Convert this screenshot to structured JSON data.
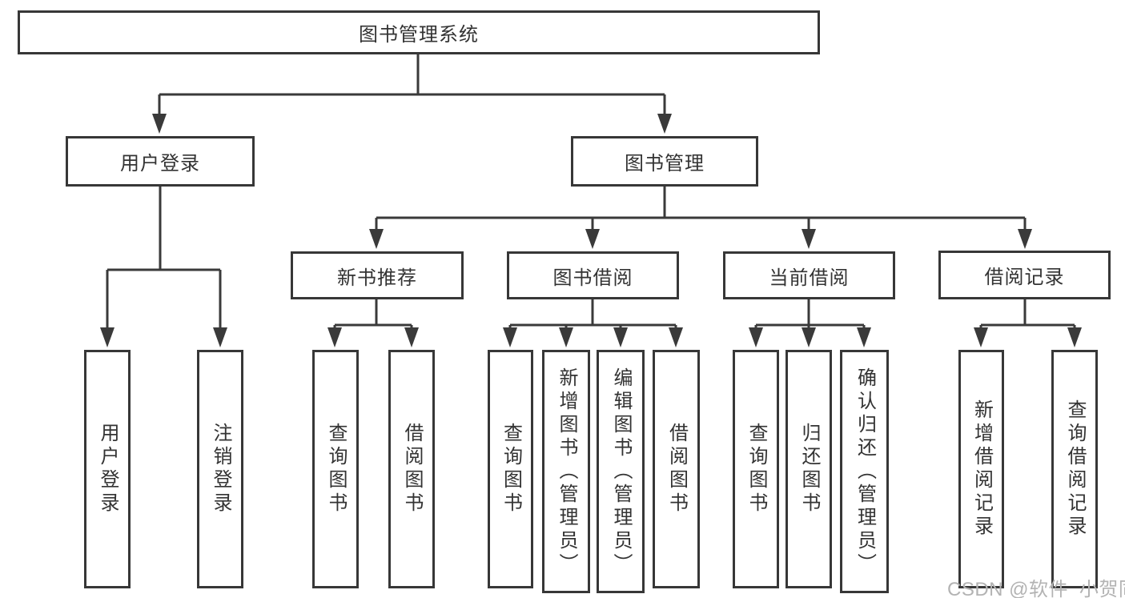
{
  "diagram_title": "图书管理系统",
  "nodes": {
    "root": "图书管理系统",
    "user_login_group": "用户登录",
    "book_mgmt_group": "图书管理",
    "new_book_rec": "新书推荐",
    "book_borrow": "图书借阅",
    "current_borrow": "当前借阅",
    "borrow_record": "借阅记录",
    "leaf_user_login": "用户登录",
    "leaf_logout": "注销登录",
    "leaf_nb_query_book": "查询图书",
    "leaf_nb_borrow_book": "借阅图书",
    "leaf_bb_query_book": "查询图书",
    "leaf_bb_add_book_admin": "新增图书（管理员）",
    "leaf_bb_edit_book_admin": "编辑图书（管理员）",
    "leaf_bb_borrow_book": "借阅图书",
    "leaf_cb_query_book": "查询图书",
    "leaf_cb_return_book": "归还图书",
    "leaf_cb_confirm_return_admin": "确认归还（管理员）",
    "leaf_br_add_record": "新增借阅记录",
    "leaf_br_query_record": "查询借阅记录"
  },
  "colors": {
    "line": "#3a3a3a",
    "box_border": "#373737",
    "text": "#333333",
    "watermark": "#b3b3b3"
  },
  "watermark": "CSDN @软件_小贺同学"
}
